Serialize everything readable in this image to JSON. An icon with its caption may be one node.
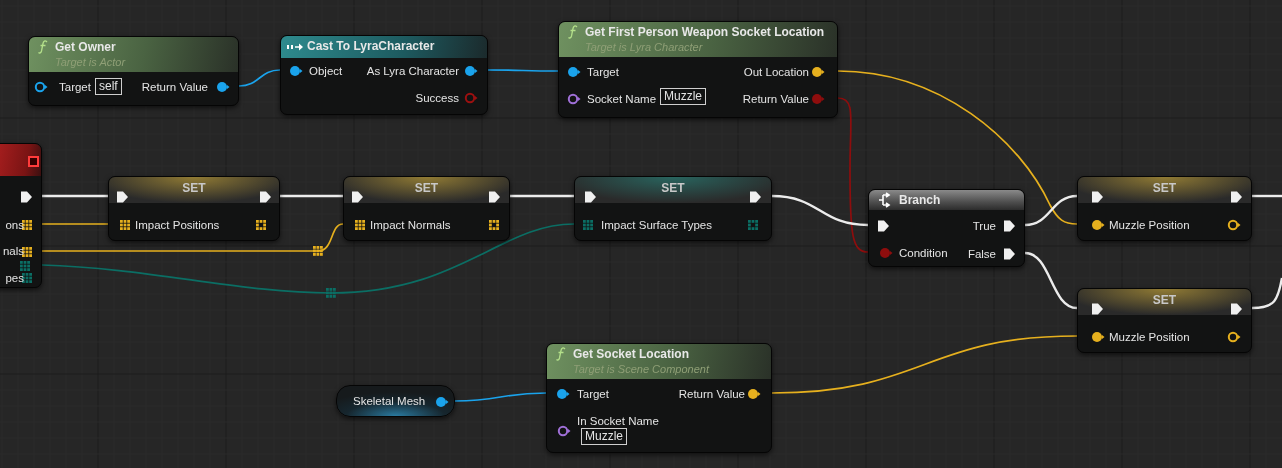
{
  "diagram": {
    "nodes": [
      {
        "text": [
          "Get Owner",
          "Target is Actor",
          "Target",
          "self",
          "Return Value"
        ]
      },
      {
        "text": [
          "Cast To LyraCharacter",
          "Object",
          "As Lyra Character",
          "Success"
        ]
      },
      {
        "text": [
          "Get First Person Weapon Socket Location",
          "Target is Lyra Character",
          "Target",
          "Socket Name",
          "Muzzle",
          "Out Location",
          "Return Value"
        ]
      },
      {
        "text": [
          "ons",
          "nals",
          "pes"
        ]
      },
      {
        "text": [
          "SET",
          "Impact Positions"
        ]
      },
      {
        "text": [
          "SET",
          "Impact Normals"
        ]
      },
      {
        "text": [
          "SET",
          "Impact Surface Types"
        ]
      },
      {
        "text": [
          "Branch",
          "True",
          "Condition",
          "False"
        ]
      },
      {
        "text": [
          "SET",
          "Muzzle Position"
        ]
      },
      {
        "text": [
          "SET",
          "Muzzle Position"
        ]
      },
      {
        "text": [
          "Skeletal Mesh"
        ]
      },
      {
        "text": [
          "Get Socket Location",
          "Target is Scene Component",
          "Target",
          "In Socket Name",
          "Muzzle",
          "Return Value"
        ]
      }
    ],
    "edges": [
      {
        "from": 0,
        "to": 1,
        "arrow": "none",
        "color": "#1aa3ec"
      },
      {
        "from": 1,
        "to": 2,
        "arrow": "none",
        "color": "#1aa3ec"
      },
      {
        "from": 2,
        "to": 8,
        "arrow": "none",
        "color": "#e6b01e"
      },
      {
        "from": 2,
        "to": 7,
        "arrow": "none",
        "color": "#8e0d0d"
      },
      {
        "from": 3,
        "to": 4,
        "arrow": "none"
      },
      {
        "from": 3,
        "to": 4,
        "arrow": "none",
        "color": "#e6b01e"
      },
      {
        "from": 4,
        "to": 5,
        "arrow": "none"
      },
      {
        "from": 3,
        "to": 5,
        "arrow": "none",
        "color": "#e6b01e"
      },
      {
        "from": 5,
        "to": 6,
        "arrow": "none"
      },
      {
        "from": 3,
        "to": 6,
        "arrow": "none",
        "color": "#0b6e64"
      },
      {
        "from": 6,
        "to": 7,
        "arrow": "none"
      },
      {
        "from": 7,
        "to": 8,
        "arrow": "none"
      },
      {
        "from": 7,
        "to": 9,
        "arrow": "none"
      },
      {
        "from": 8,
        "to": null,
        "arrow": "none"
      },
      {
        "from": 9,
        "to": null,
        "arrow": "none"
      },
      {
        "from": 10,
        "to": 11,
        "arrow": "none",
        "color": "#1aa3ec"
      },
      {
        "from": 11,
        "to": 9,
        "arrow": "none",
        "color": "#e6b01e"
      }
    ]
  }
}
